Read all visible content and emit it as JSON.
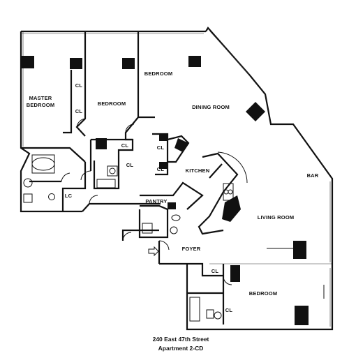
{
  "plan": {
    "rooms": {
      "master_bedroom_line1": "MASTER",
      "master_bedroom_line2": "BEDROOM",
      "bedroom_west": "BEDROOM",
      "bedroom_north": "BEDROOM",
      "dining_room": "DINING ROOM",
      "kitchen": "KITCHEN",
      "pantry": "PANTRY",
      "living_room": "LIVING ROOM",
      "bar": "BAR",
      "foyer": "FOYER",
      "bedroom_south": "BEDROOM",
      "lc": "LC"
    },
    "closet_label": "CL"
  },
  "caption": {
    "line1": "240 East 47th Street",
    "line2": "Apartment 2-CD"
  }
}
